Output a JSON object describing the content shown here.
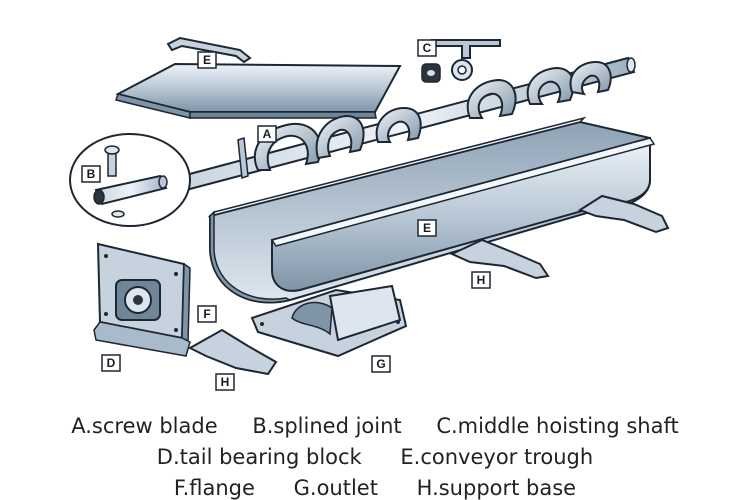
{
  "labels": {
    "a": "A",
    "b": "B",
    "c": "C",
    "d": "D",
    "e": "E",
    "f": "F",
    "g": "G",
    "h": "H"
  },
  "legend": {
    "a": "A.screw blade",
    "b": "B.splined joint",
    "c": "C.middle hoisting shaft",
    "d": "D.tail bearing block",
    "e": "E.conveyor trough",
    "f": "F.flange",
    "g": "G.outlet",
    "h": "H.support base"
  },
  "colors": {
    "outline": "#1d2733",
    "steel_light": "#dde6ef",
    "steel_mid": "#a9bacb",
    "steel_dark": "#6f8598",
    "background": "#ffffff"
  }
}
